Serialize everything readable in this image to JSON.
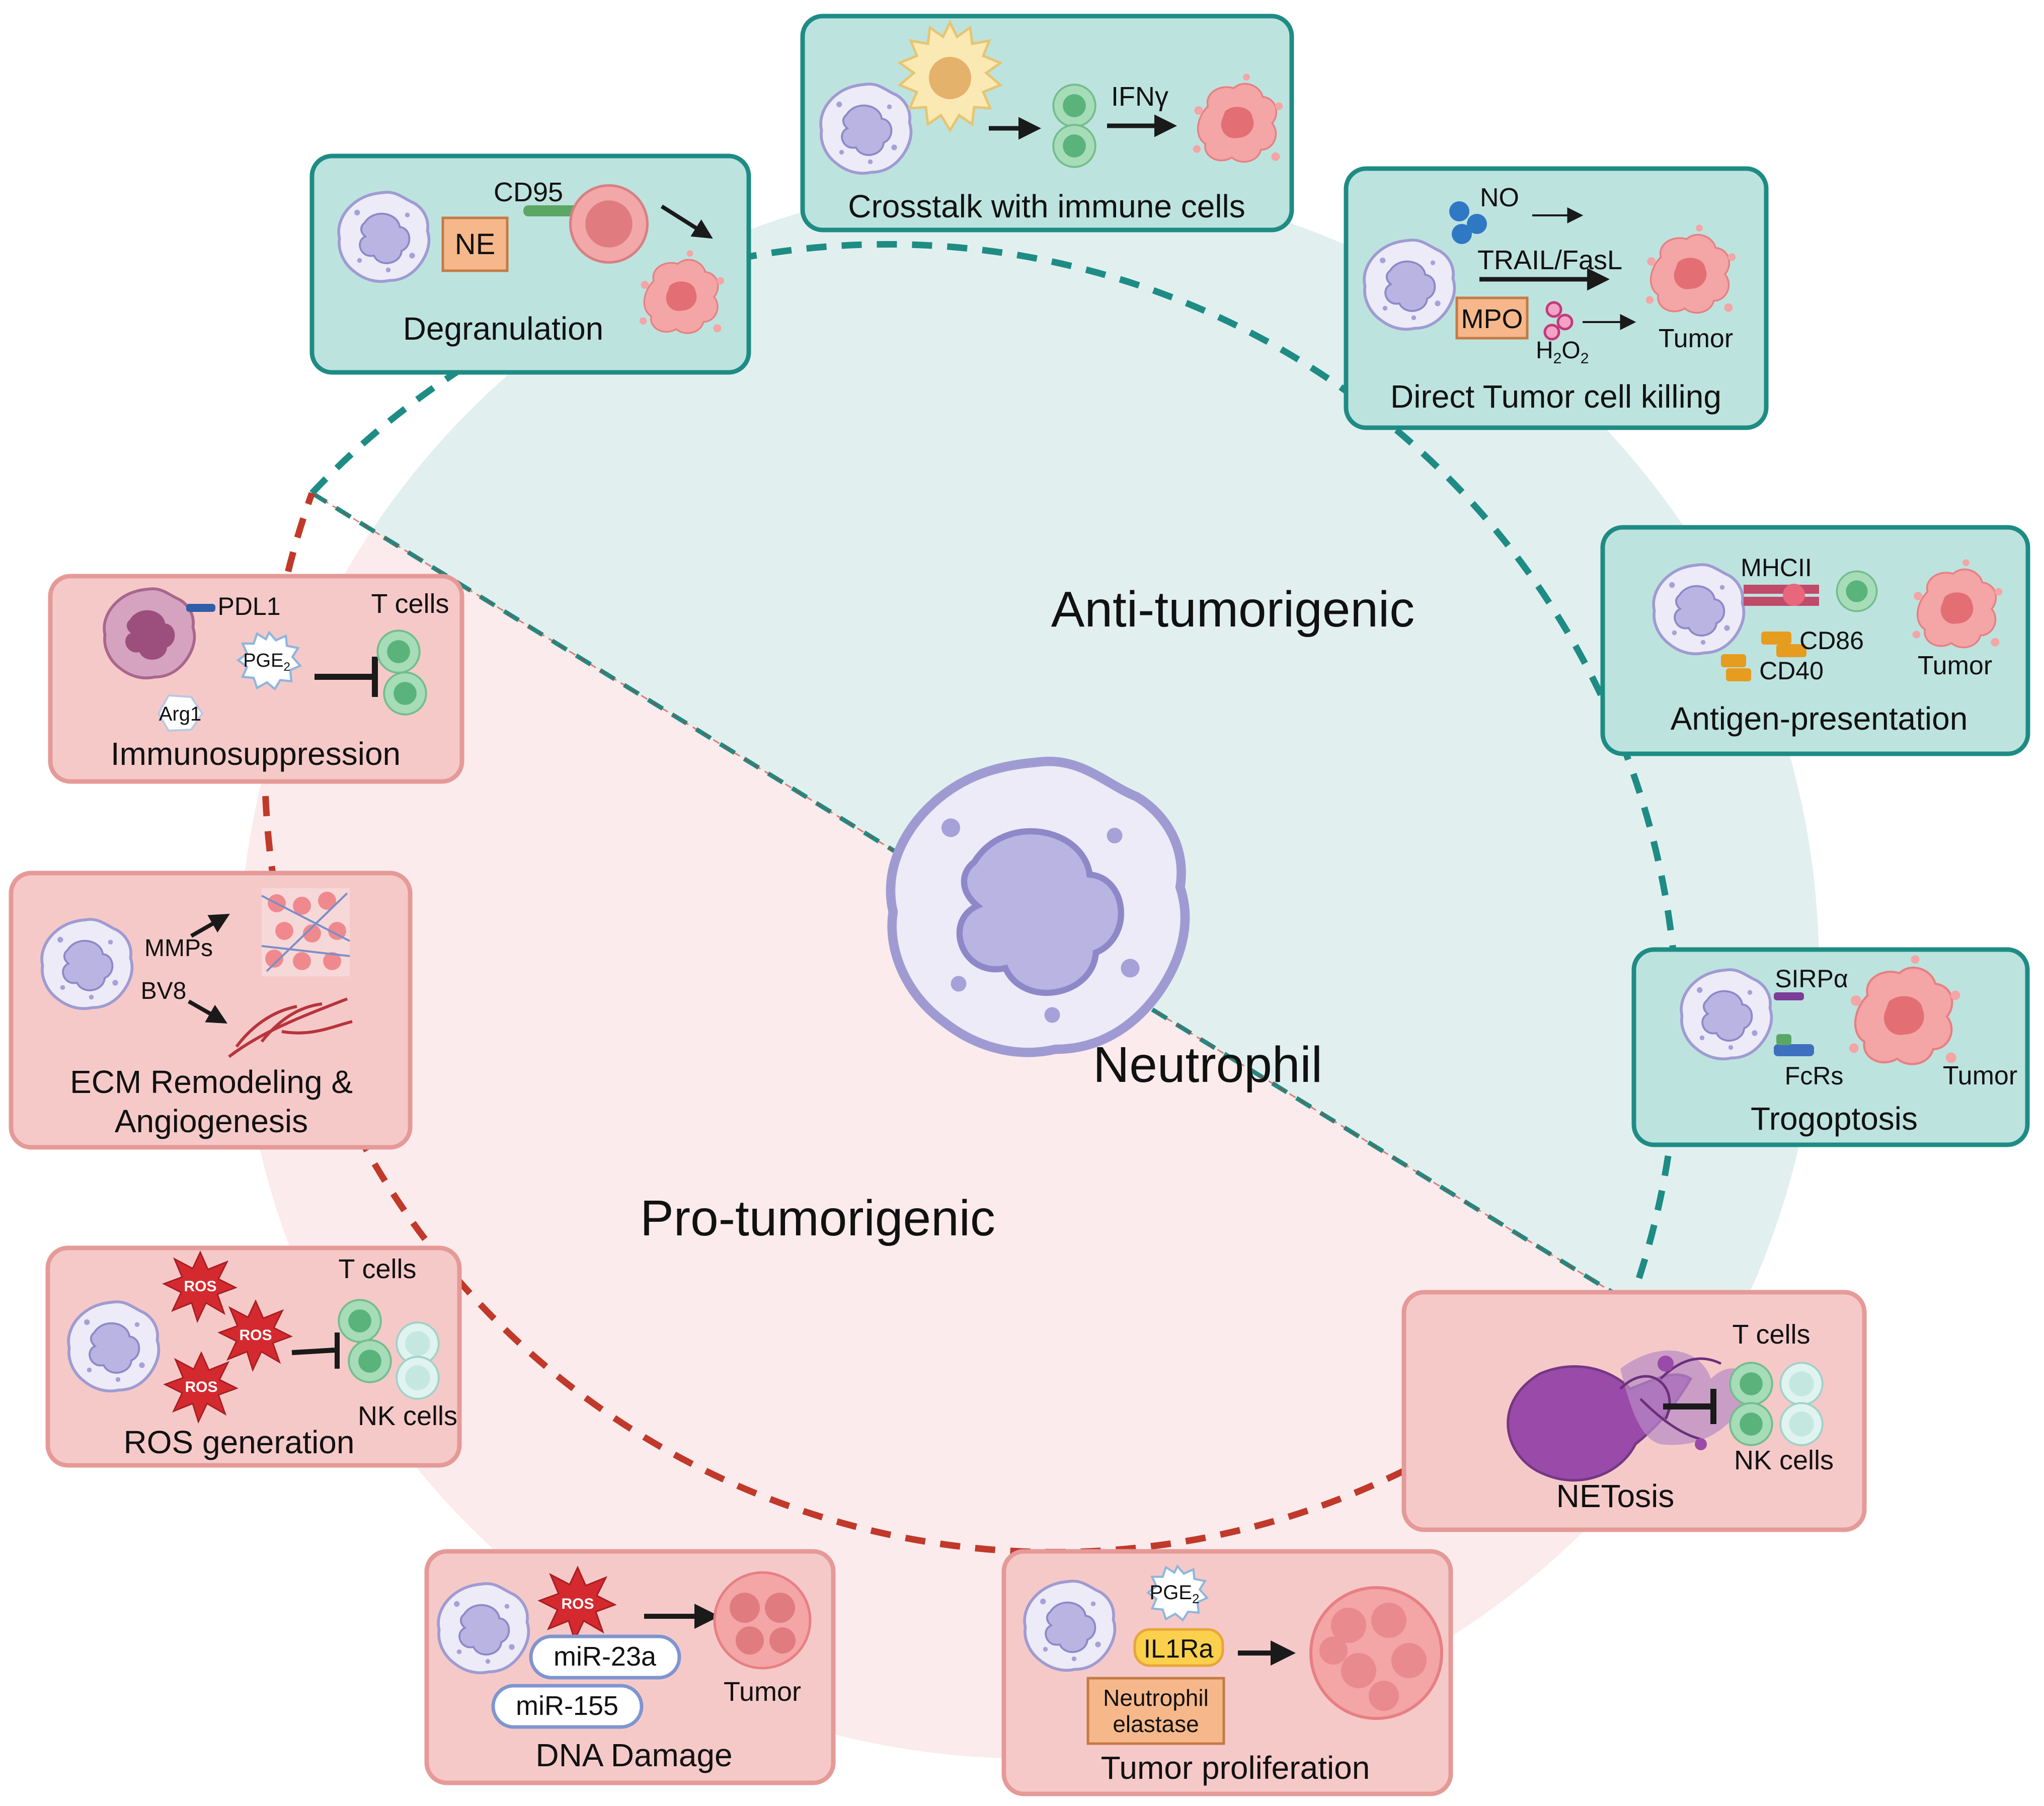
{
  "center": {
    "label": "Neutrophil",
    "anti_label": "Anti-tumorigenic",
    "pro_label": "Pro-tumorigenic"
  },
  "colors": {
    "anti_fill": "#e1f0ef",
    "pro_fill": "#fbebec",
    "teal_border": "#1e8c84",
    "teal_box": "#bde3df",
    "red_border": "#c0392b",
    "pink_box": "#f6c9c9",
    "pink_border": "#e59a98",
    "tumor": "#f09a9a",
    "t_cell": "#7cc79a",
    "nk_cell": "#c6e9e3",
    "neutrophil": "#c9c6ea",
    "orange_box": "#f6b88a"
  },
  "boxes": {
    "degranulation": {
      "title": "Degranulation",
      "cd95": "CD95",
      "ne": "NE"
    },
    "crosstalk": {
      "title": "Crosstalk with immune cells",
      "ifn": "IFNγ"
    },
    "direct": {
      "title": "Direct Tumor cell killing",
      "no": "NO",
      "trail": "TRAIL/FasL",
      "mpo": "MPO",
      "h2o2_h": "H",
      "h2o2_sub1": "2",
      "h2o2_o": "O",
      "h2o2_sub2": "2",
      "tumor": "Tumor"
    },
    "antigen": {
      "title": "Antigen-presentation",
      "mhcii": "MHCII",
      "cd86": "CD86",
      "cd40": "CD40",
      "tumor": "Tumor"
    },
    "trogoptosis": {
      "title": "Trogoptosis",
      "sirpa": "SIRPα",
      "fcrs": "FcRs",
      "tumor": "Tumor"
    },
    "netosis": {
      "title": "NETosis",
      "tcells": "T cells",
      "nkcells": "NK cells"
    },
    "proliferation": {
      "title": "Tumor proliferation",
      "pge": "PGE",
      "pge_sub": "2",
      "il1ra": "IL1Ra",
      "ne1": "Neutrophil",
      "ne2": "elastase"
    },
    "dna": {
      "title": "DNA Damage",
      "ros": "ROS",
      "mir23a": "miR-23a",
      "mir155": "miR-155",
      "tumor": "Tumor"
    },
    "ros": {
      "title": "ROS generation",
      "ros": "ROS",
      "tcells": "T cells",
      "nkcells": "NK cells"
    },
    "ecm": {
      "title1": "ECM Remodeling &",
      "title2": "Angiogenesis",
      "mmps": "MMPs",
      "bv8": "BV8"
    },
    "immuno": {
      "title": "Immunosuppression",
      "pdl1": "PDL1",
      "tcells": "T cells",
      "pge": "PGE",
      "pge_sub": "2",
      "arg1": "Arg1"
    }
  }
}
